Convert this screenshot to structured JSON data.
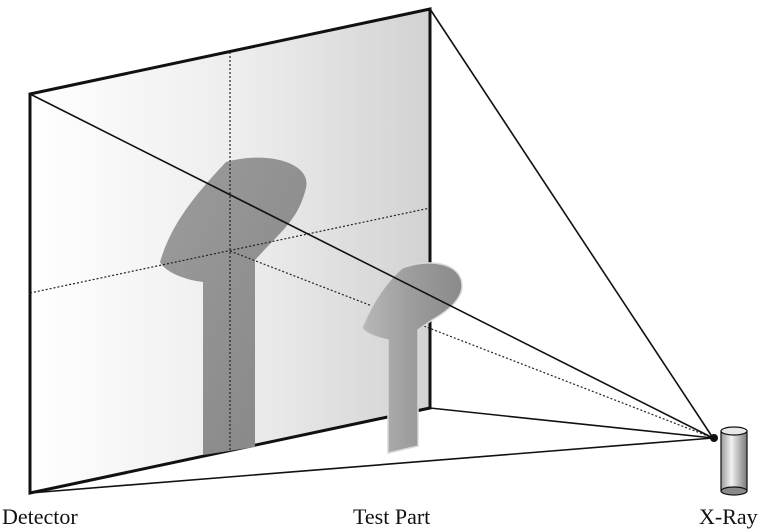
{
  "labels": {
    "detector": "Detector",
    "test_part": "Test Part",
    "xray": "X-Ray"
  },
  "colors": {
    "outline": "#111111",
    "shadow": "#8f8f8f",
    "part": "#9a9a9a",
    "panel_light": "#ffffff",
    "panel_dark": "#d4d4d4"
  }
}
